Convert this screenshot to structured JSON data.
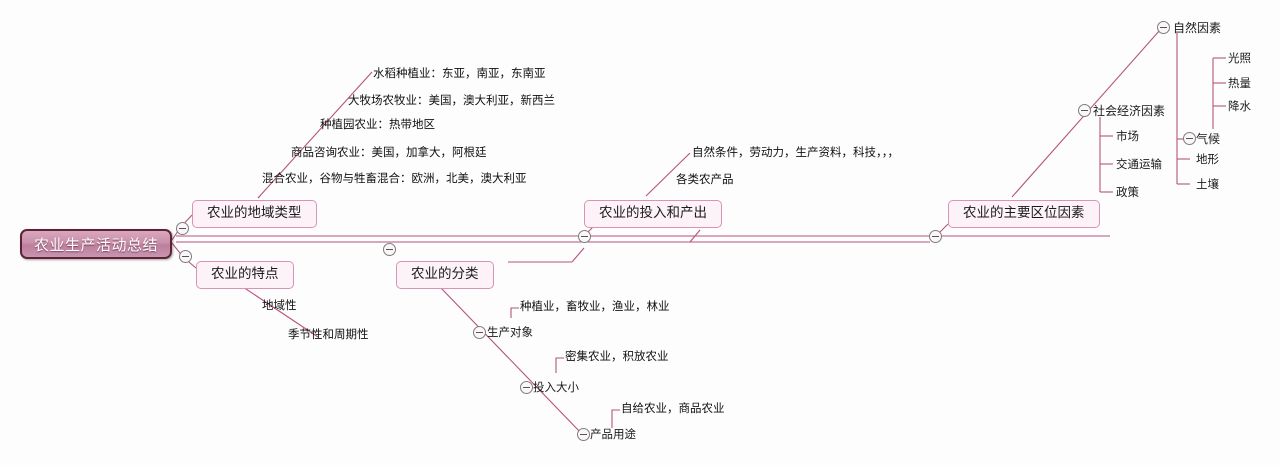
{
  "document": {
    "title": "农业生产活动总结",
    "type": "mind-map"
  },
  "colors": {
    "root_border": "#5e2236",
    "root_fill": "#c98fab",
    "node_border": "#d993b4",
    "node_fill": "#fdf2f7",
    "edge": "#b5537e",
    "text": "#1b1b1b",
    "background": "#fefdfd"
  },
  "root": {
    "label": "农业生产活动总结"
  },
  "branches": {
    "regional_types": {
      "label": "农业的地域类型",
      "children": [
        {
          "label": "水稻种植业：东亚，南亚，东南亚"
        },
        {
          "label": "大牧场农牧业：美国，澳大利亚，新西兰"
        },
        {
          "label": "种植园农业：热带地区"
        },
        {
          "label": "商品咨询农业：美国，加拿大，阿根廷"
        },
        {
          "label": "混合农业，谷物与牲畜混合：欧洲，北美，澳大利亚"
        }
      ]
    },
    "characteristics": {
      "label": "农业的特点",
      "children": [
        {
          "label": "地域性"
        },
        {
          "label": "季节性和周期性"
        }
      ]
    },
    "classification": {
      "label": "农业的分类",
      "children": [
        {
          "label": "生产对象",
          "leaf": "种植业，畜牧业，渔业，林业"
        },
        {
          "label": "投入大小",
          "leaf": "密集农业，积放农业"
        },
        {
          "label": "产品用途",
          "leaf": "自给农业，商品农业"
        }
      ]
    },
    "input_output": {
      "label": "农业的投入和产出",
      "children": [
        {
          "label": "自然条件，劳动力，生产资料，科技，，，"
        },
        {
          "label": "各类农产品"
        }
      ]
    },
    "location_factors": {
      "label": "农业的主要区位因素",
      "children": [
        {
          "label": "自然因素",
          "children": [
            {
              "label": "气候",
              "children": [
                {
                  "label": "光照"
                },
                {
                  "label": "热量"
                },
                {
                  "label": "降水"
                }
              ]
            },
            {
              "label": "地形"
            },
            {
              "label": "土壤"
            }
          ]
        },
        {
          "label": "社会经济因素",
          "children": [
            {
              "label": "市场"
            },
            {
              "label": "交通运输"
            },
            {
              "label": "政策"
            }
          ]
        }
      ]
    }
  },
  "toggles": {
    "icon": "collapse-minus-icon",
    "count": 9
  }
}
